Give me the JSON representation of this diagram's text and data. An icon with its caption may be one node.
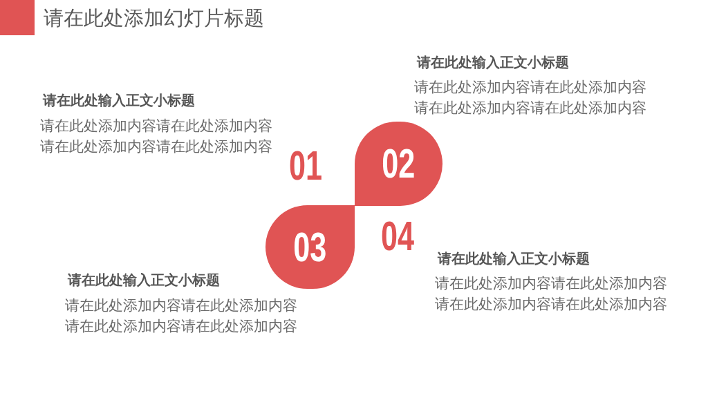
{
  "diagram": {
    "title": "请在此处添加幻灯片标题",
    "nodes": [
      {
        "text": [
          "02"
        ],
        "beside": [
          "请在此处输入正文小标题",
          "请在此处添加内容请在此处添加内容请在此处添加内容请在此处添加内容"
        ]
      },
      {
        "text": [
          "03"
        ],
        "beside": [
          "请在此处输入正文小标题",
          "请在此处添加内容请在此处添加内容请在此处添加内容请在此处添加内容"
        ]
      }
    ],
    "labels": [
      "01",
      "请在此处输入正文小标题",
      "请在此处添加内容请在此处添加内容请在此处添加内容请在此处添加内容",
      "04",
      "请在此处输入正文小标题",
      "请在此处添加内容请在此处添加内容请在此处添加内容请在此处添加内容"
    ]
  }
}
